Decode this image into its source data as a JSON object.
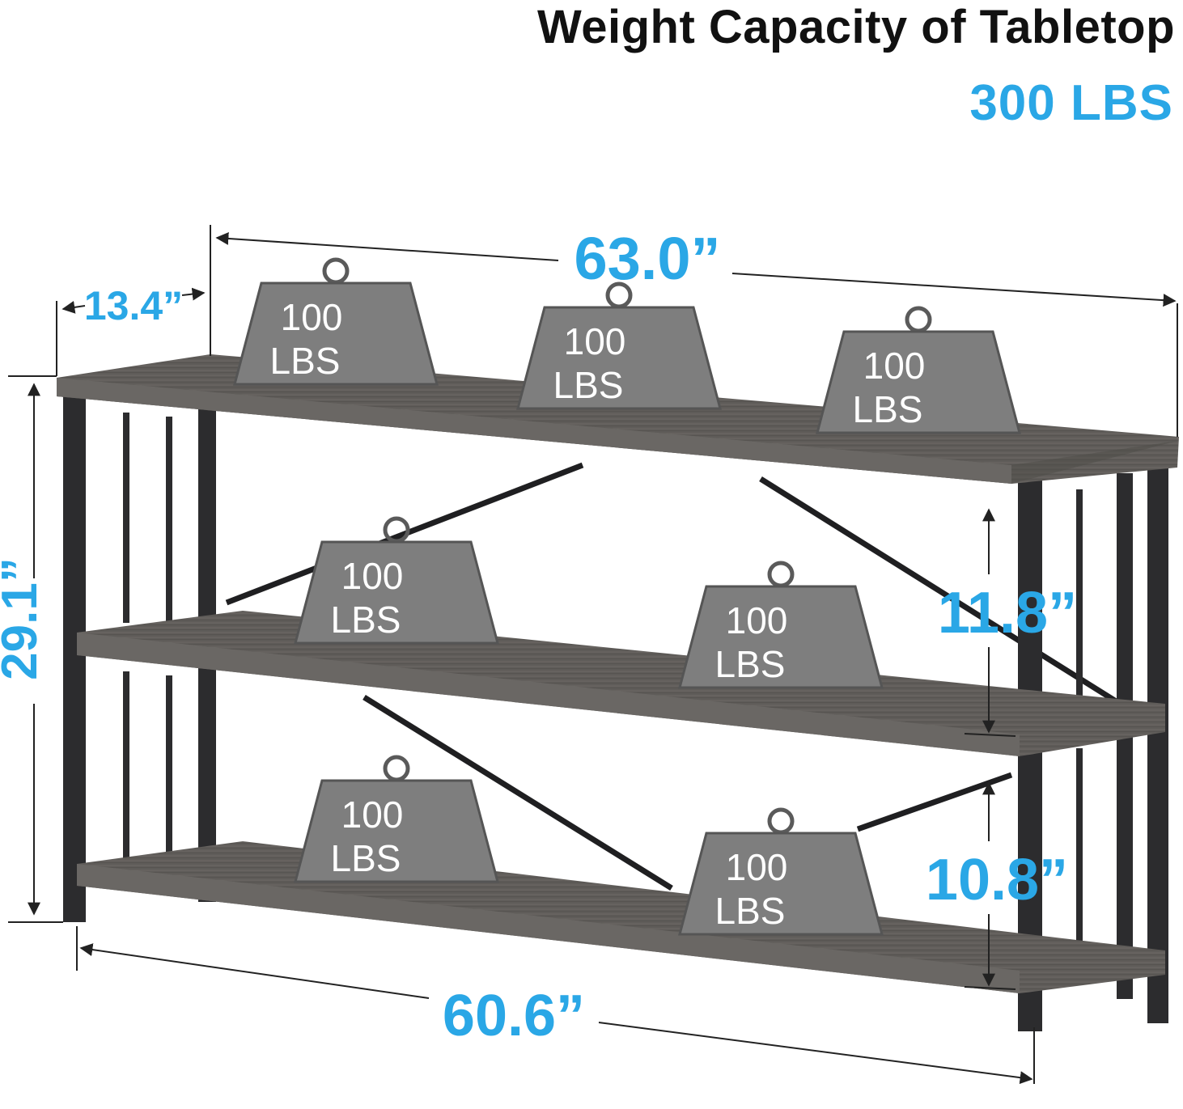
{
  "header": {
    "title": "Weight Capacity of Tabletop",
    "capacity": "300 LBS"
  },
  "dimensions": {
    "length_top": "63.0”",
    "depth": "13.4”",
    "height": "29.1”",
    "shelf_gap_upper": "11.8”",
    "shelf_gap_lower": "10.8”",
    "length_bottom": "60.6”"
  },
  "weights": [
    {
      "value": "100",
      "unit": "LBS"
    },
    {
      "value": "100",
      "unit": "LBS"
    },
    {
      "value": "100",
      "unit": "LBS"
    },
    {
      "value": "100",
      "unit": "LBS"
    },
    {
      "value": "100",
      "unit": "LBS"
    },
    {
      "value": "100",
      "unit": "LBS"
    },
    {
      "value": "100",
      "unit": "LBS"
    }
  ],
  "colors": {
    "accent": "#2aa7e6",
    "wood": "#5f5c59",
    "frame": "#2c2c2e",
    "weight": "#7e7e7e"
  }
}
